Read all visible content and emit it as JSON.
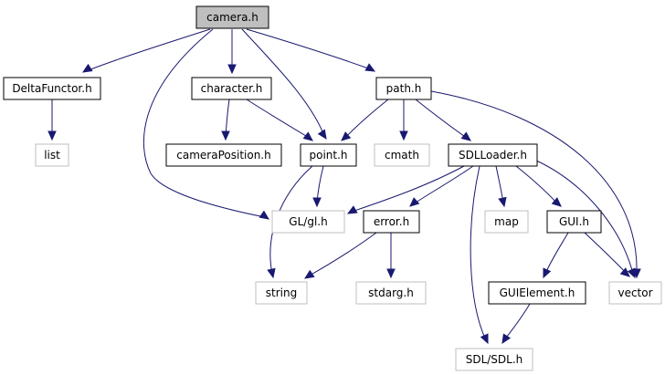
{
  "graph": {
    "nodes": {
      "camera_h": {
        "label": "camera.h",
        "kind": "root"
      },
      "deltafunctor_h": {
        "label": "DeltaFunctor.h",
        "kind": "internal"
      },
      "character_h": {
        "label": "character.h",
        "kind": "internal"
      },
      "path_h": {
        "label": "path.h",
        "kind": "internal"
      },
      "list": {
        "label": "list",
        "kind": "external"
      },
      "cameraposition_h": {
        "label": "cameraPosition.h",
        "kind": "internal"
      },
      "point_h": {
        "label": "point.h",
        "kind": "internal"
      },
      "cmath": {
        "label": "cmath",
        "kind": "external"
      },
      "sdlloader_h": {
        "label": "SDLLoader.h",
        "kind": "internal"
      },
      "gl_gl_h": {
        "label": "GL/gl.h",
        "kind": "external"
      },
      "error_h": {
        "label": "error.h",
        "kind": "internal"
      },
      "map": {
        "label": "map",
        "kind": "external"
      },
      "gui_h": {
        "label": "GUI.h",
        "kind": "internal"
      },
      "string": {
        "label": "string",
        "kind": "external"
      },
      "stdarg_h": {
        "label": "stdarg.h",
        "kind": "external"
      },
      "guielement_h": {
        "label": "GUIElement.h",
        "kind": "internal"
      },
      "vector": {
        "label": "vector",
        "kind": "external"
      },
      "sdl_sdl_h": {
        "label": "SDL/SDL.h",
        "kind": "external"
      }
    },
    "colors": {
      "edge": "#191970",
      "root_fill": "#bfbfbf",
      "internal_border": "#000000",
      "external_border": "#bfbfbf",
      "node_fill": "#ffffff"
    }
  }
}
